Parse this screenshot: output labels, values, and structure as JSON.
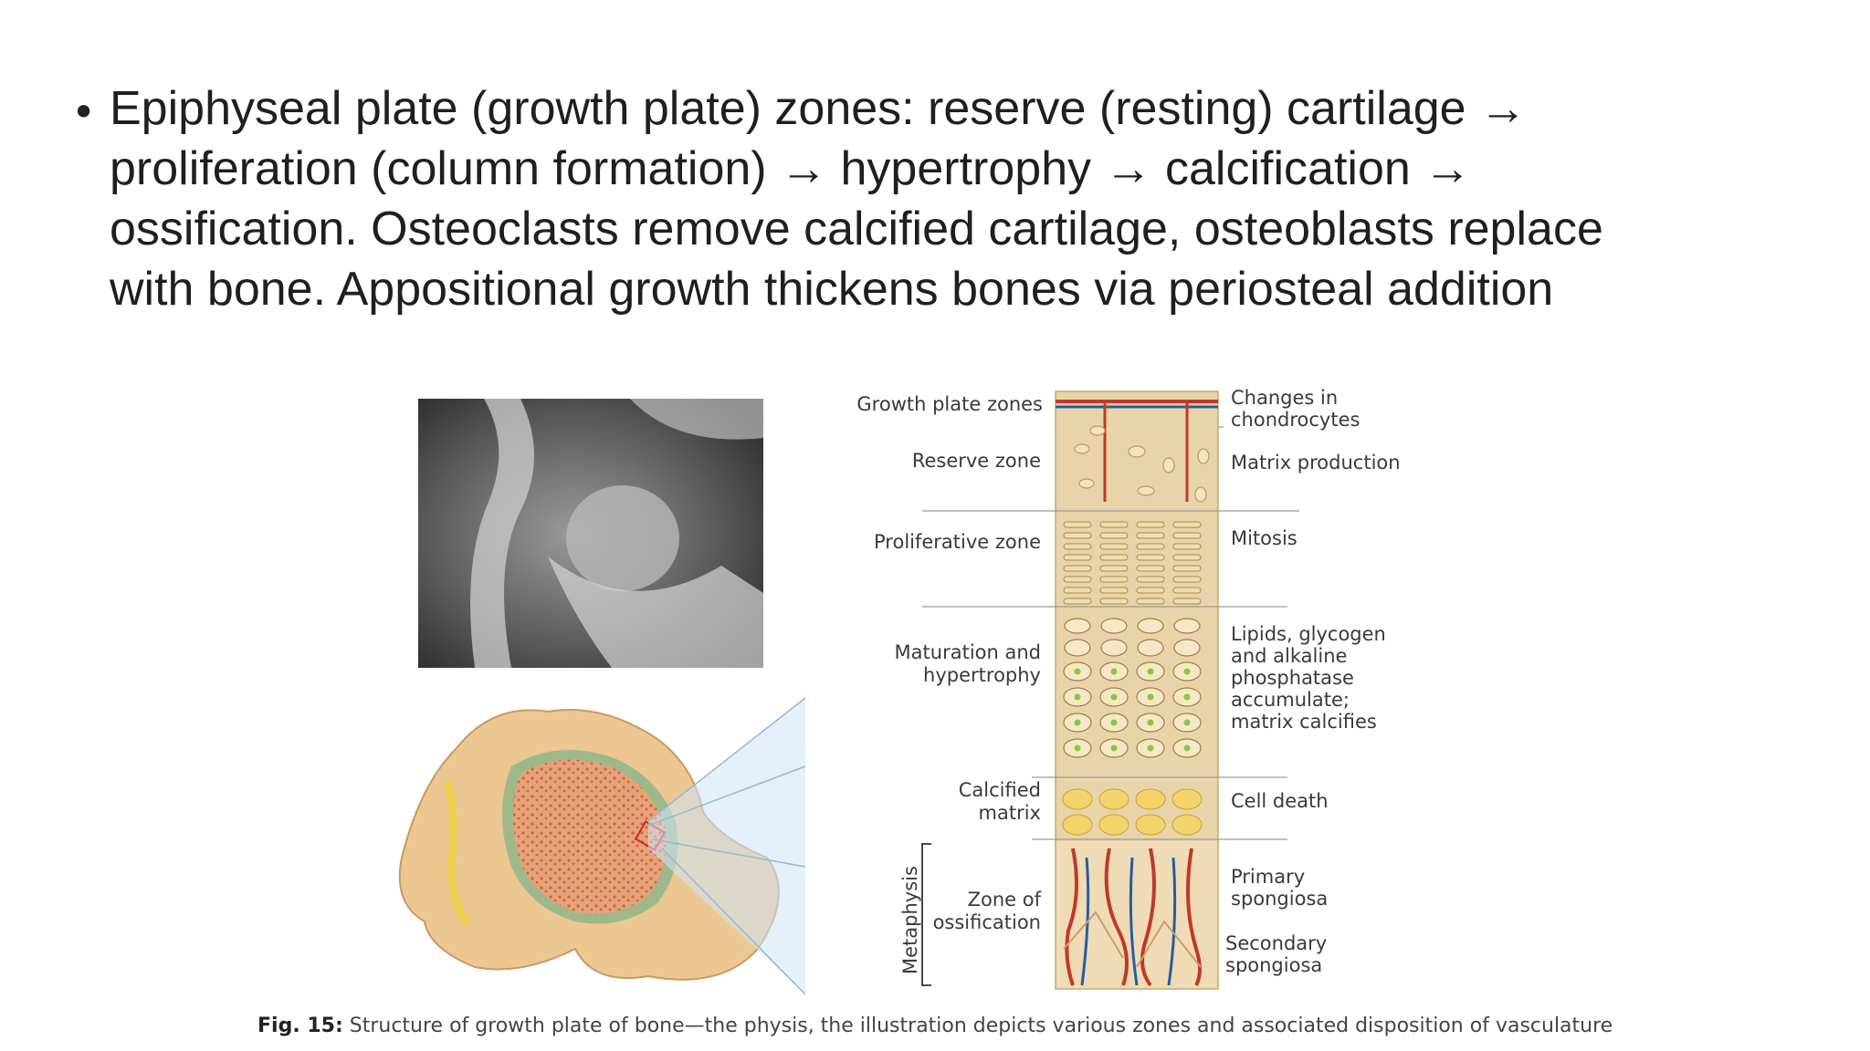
{
  "bullet": {
    "text": "Epiphyseal plate (growth plate) zones: reserve (resting) cartilage → proliferation (column formation) → hypertrophy → calcification → ossification. Osteoclasts remove calcified cartilage, osteoblasts replace with bone. Appositional growth thickens bones via periosteal addition"
  },
  "figure": {
    "left_labels": {
      "growth_plate_zones": "Growth plate zones",
      "reserve_zone": "Reserve zone",
      "proliferative_zone": "Proliferative zone",
      "maturation_1": "Maturation and",
      "maturation_2": "hypertrophy",
      "calcified_1": "Calcified",
      "calcified_2": "matrix",
      "ossification_1": "Zone of",
      "ossification_2": "ossification",
      "metaphysis": "Metaphysis"
    },
    "right_labels": {
      "changes_1": "Changes in",
      "changes_2": "chondrocytes",
      "matrix_production": "Matrix production",
      "mitosis": "Mitosis",
      "lipids_1": "Lipids, glycogen",
      "lipids_2": "and alkaline",
      "lipids_3": "phosphatase",
      "lipids_4": "accumulate;",
      "lipids_5": "matrix calcifies",
      "cell_death": "Cell death",
      "primary_1": "Primary",
      "primary_2": "spongiosa",
      "secondary_1": "Secondary",
      "secondary_2": "spongiosa"
    },
    "caption_label": "Fig. 15:",
    "caption_text": " Structure of growth plate of bone—the physis, the illustration depicts various zones and associated disposition of vasculature"
  },
  "colors": {
    "cartilage": "#efd9b0",
    "column_bg": "#e8cfa1",
    "vessel_red": "#c0392b",
    "vessel_blue": "#2c5aa0",
    "cell_green": "#8cc63f",
    "calcified_yellow": "#f3d46a",
    "bone_tan": "#e8c89a",
    "trabecular": "#d9825a",
    "physis_green": "#9fb88a",
    "projection_blue": "#cfe6f5"
  }
}
